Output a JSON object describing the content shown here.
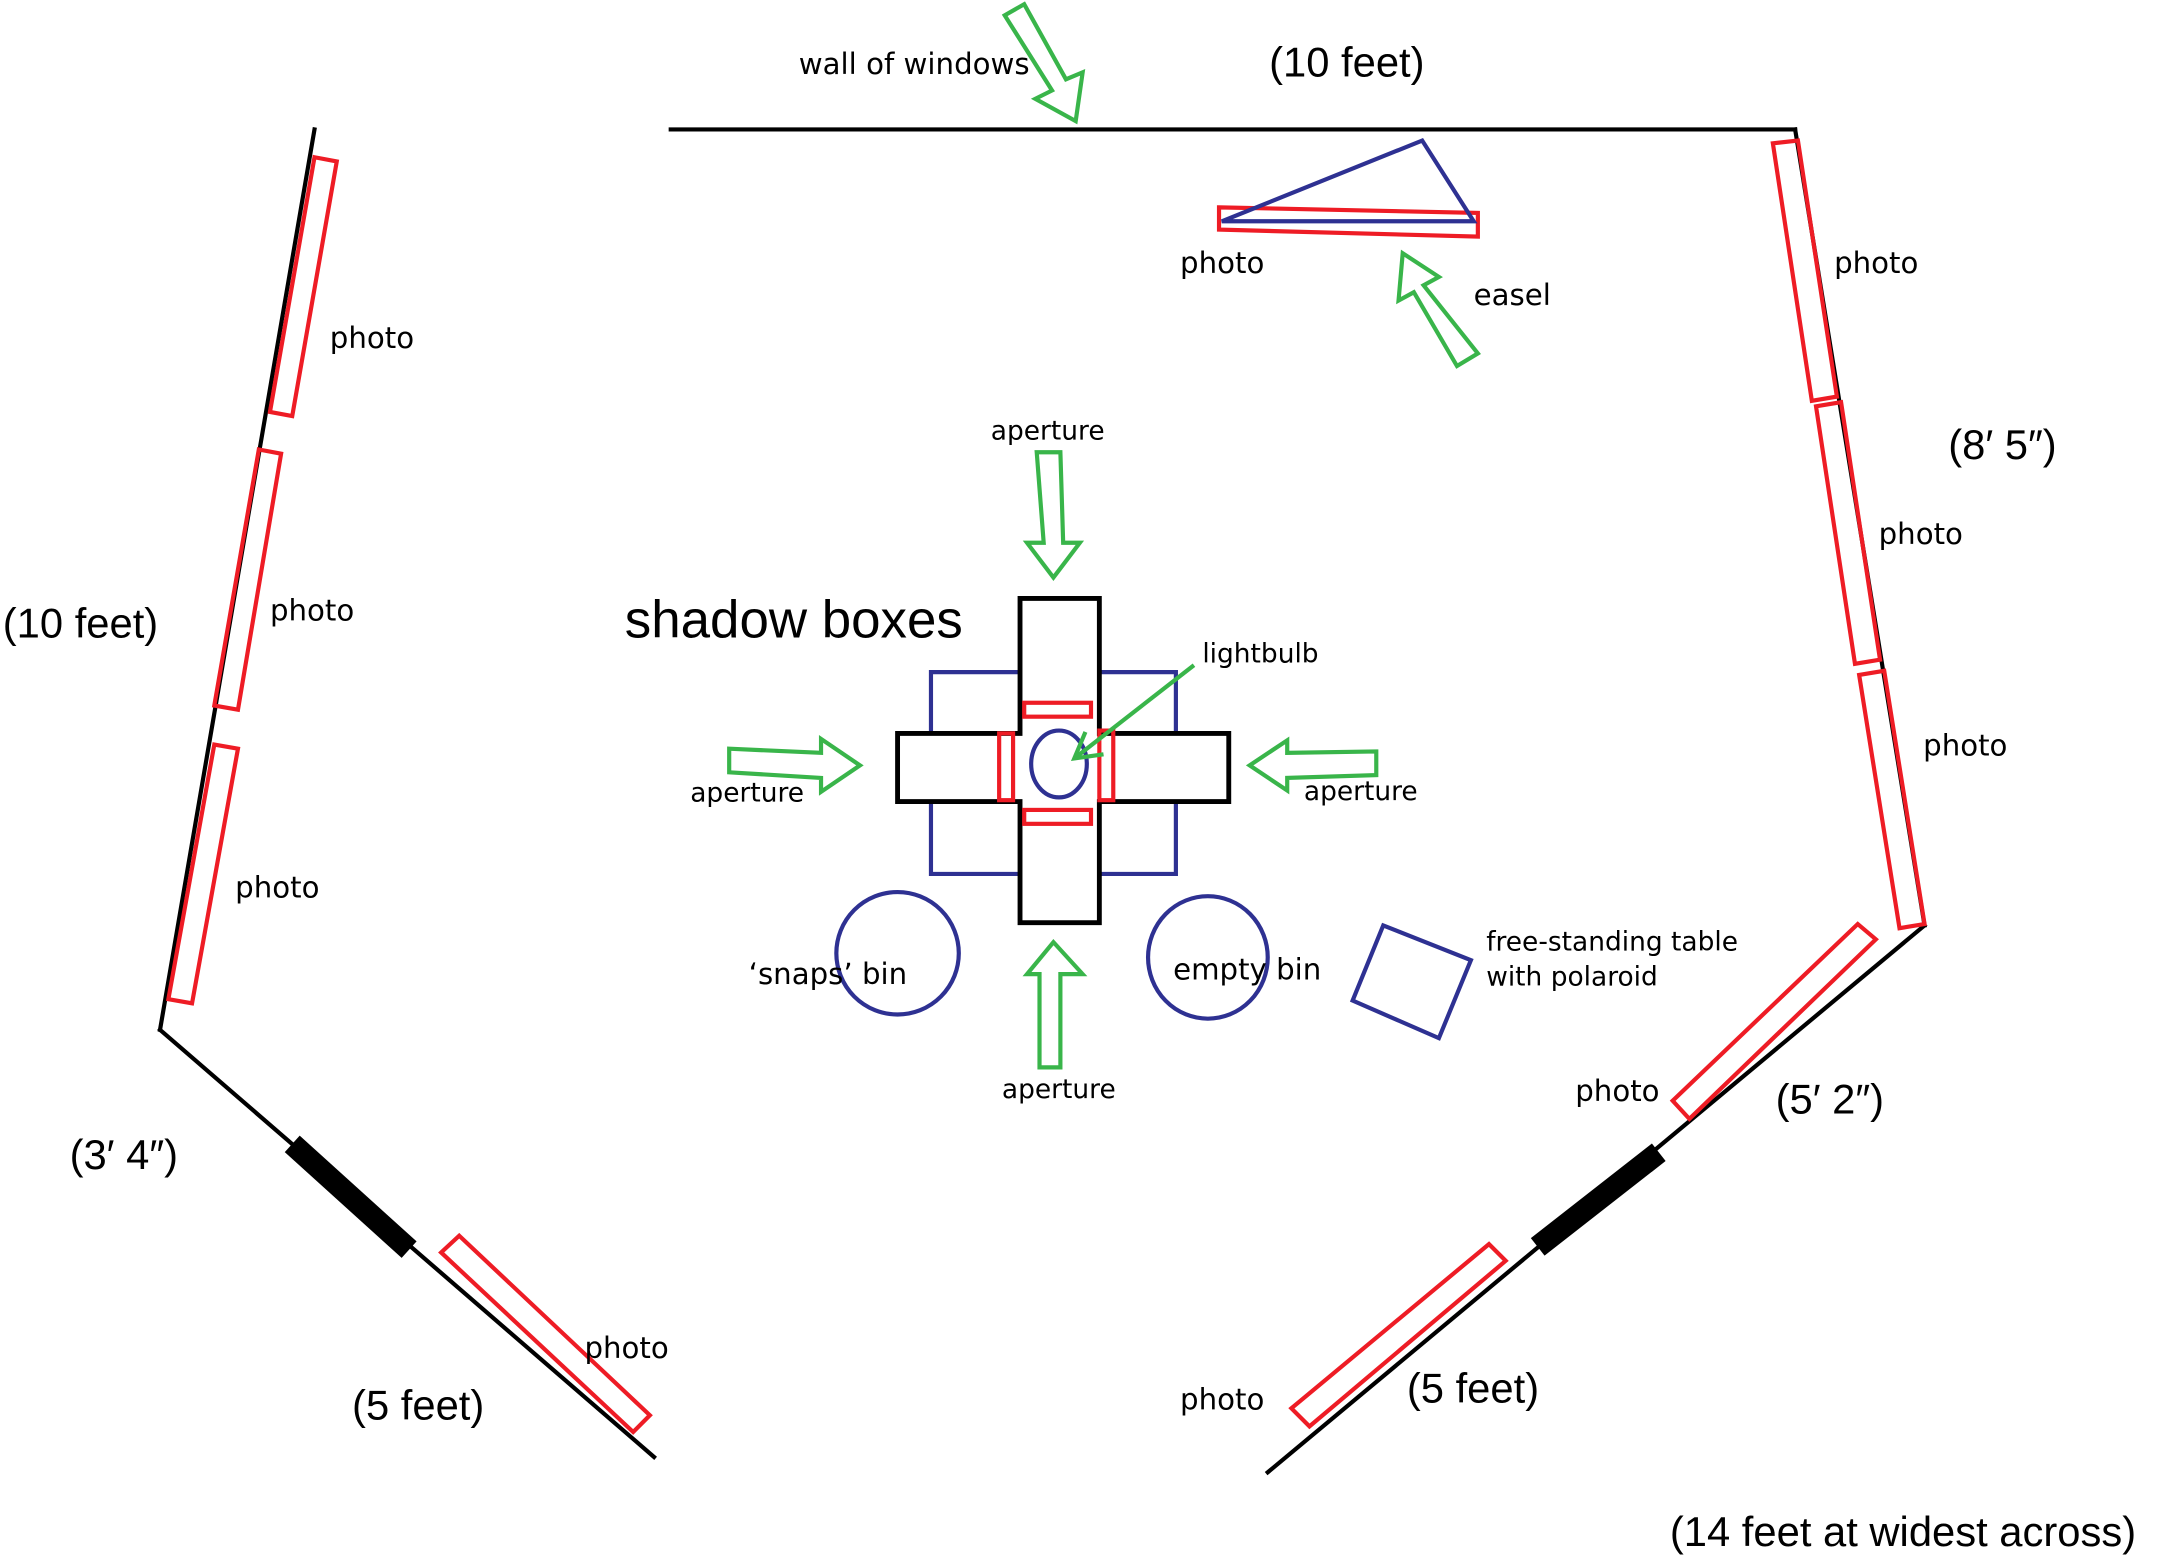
{
  "diagram": {
    "title": "shadow boxes",
    "labels": {
      "wall_of_windows": "wall of windows",
      "lightbulb": "lightbulb",
      "easel": "easel",
      "snaps_bin": "‘snaps’ bin",
      "empty_bin": "empty bin",
      "table_line1": "free-standing table",
      "table_line2": "with polaroid",
      "aperture_top": "aperture",
      "aperture_left": "aperture",
      "aperture_right": "aperture",
      "aperture_bottom": "aperture"
    },
    "photo_labels": {
      "easel": "photo",
      "left_1": "photo",
      "left_2": "photo",
      "left_3": "photo",
      "left_bottom": "photo",
      "right_1": "photo",
      "right_2": "photo",
      "right_3": "photo",
      "right_lower": "photo",
      "right_bottom": "photo"
    },
    "dimensions": {
      "top_wall": "(10 feet)",
      "left_wall": "(10 feet)",
      "right_wall": "(8′ 5″)",
      "left_short": "(3′ 4″)",
      "left_bottom": "(5 feet)",
      "right_short": "(5′ 2″)",
      "right_bottom": "(5 feet)",
      "widest": "(14 feet at widest across)"
    },
    "colors": {
      "wall": "#000000",
      "photo": "#ee1c25",
      "furniture": "#2e3192",
      "pointer_arrow": "#39b54a"
    }
  }
}
